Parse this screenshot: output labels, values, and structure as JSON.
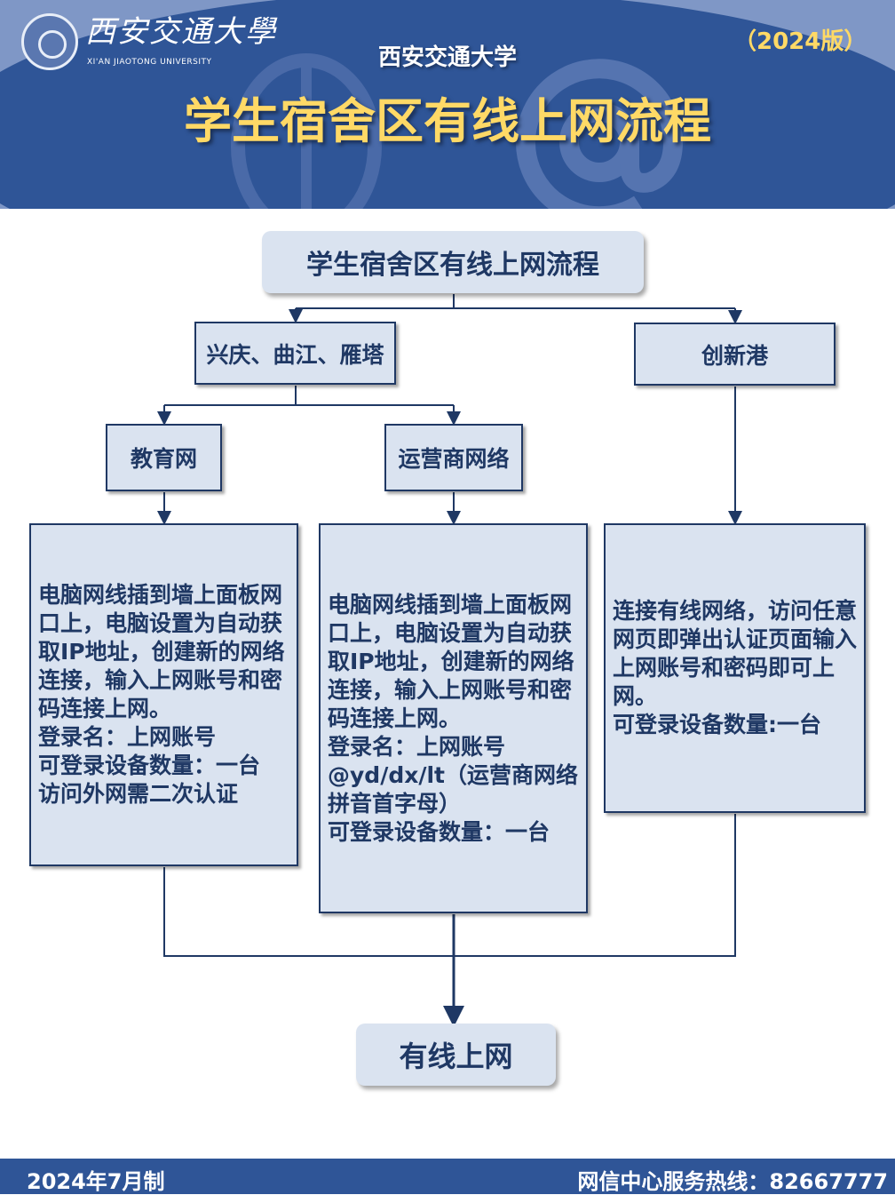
{
  "header": {
    "logo_cn": "西安交通大學",
    "logo_en": "XI'AN JIAOTONG UNIVERSITY",
    "university": "西安交通大学",
    "version": "（2024版）",
    "title": "学生宿舍区有线上网流程"
  },
  "flow": {
    "root": "学生宿舍区有线上网流程",
    "campus_a": "兴庆、曲江、雁塔",
    "campus_b": "创新港",
    "edu": "教育网",
    "isp": "运营商网络",
    "edu_steps": "电脑网线插到墙上面板网口上，电脑设置为自动获取IP地址，创建新的网络连接，输入上网账号和密码连接上网。\n登录名：上网账号\n可登录设备数量：一台\n访问外网需二次认证",
    "isp_steps": "电脑网线插到墙上面板网口上，电脑设置为自动获取IP地址，创建新的网络连接，输入上网账号和密码连接上网。\n登录名：上网账号@yd/dx/lt（运营商网络拼音首字母）\n可登录设备数量：一台",
    "cxg_steps": "连接有线网络，访问任意网页即弹出认证页面输入上网账号和密码即可上网。\n可登录设备数量:一台",
    "final": "有线上网"
  },
  "footer": {
    "date": "2024年7月制",
    "hotline": "网信中心服务热线：82667777"
  }
}
